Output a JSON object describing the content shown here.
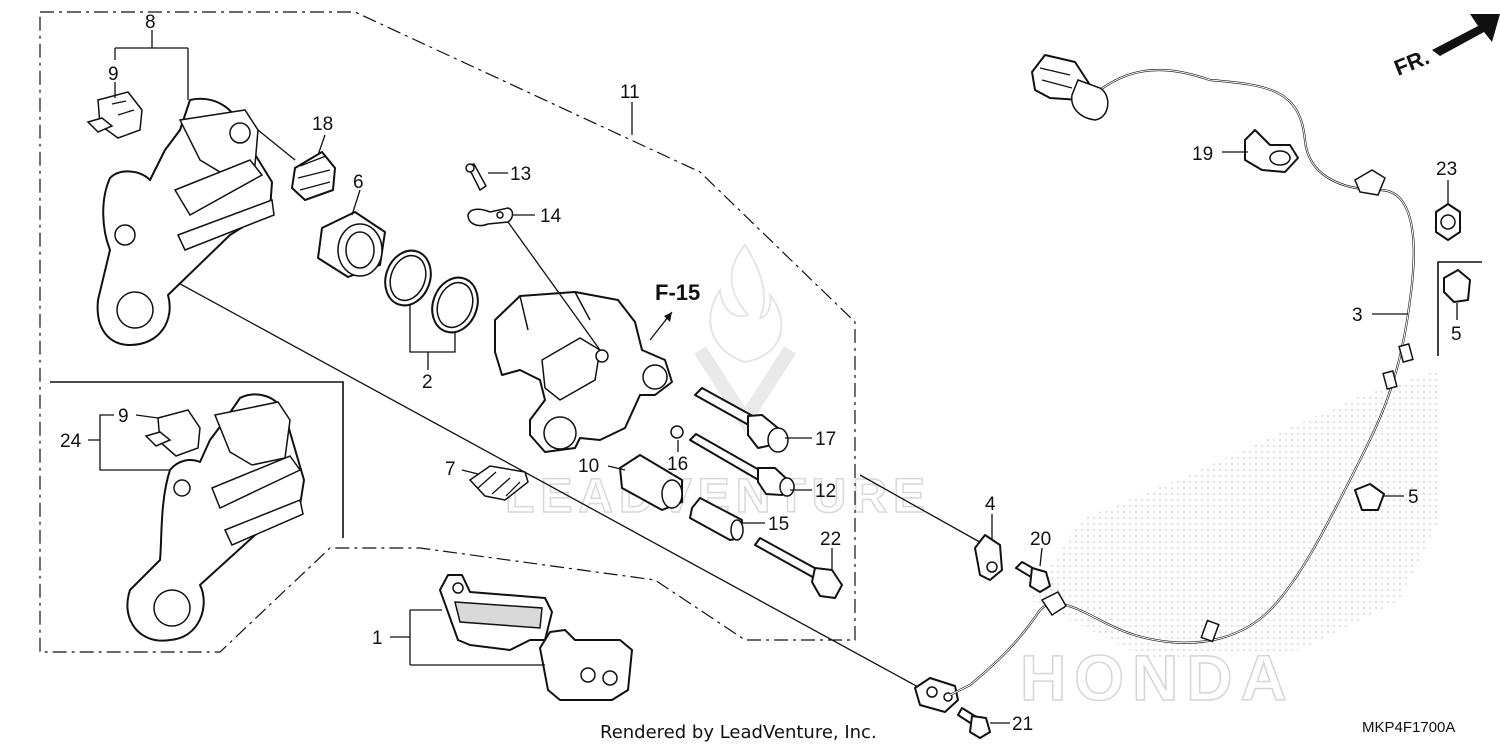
{
  "diagram": {
    "footer_text": "Rendered by LeadVenture, Inc.",
    "diagram_code": "MKP4F1700A",
    "direction_label": "FR.",
    "reference_label": "F-15",
    "watermarks": [
      "LEADVENTURE",
      "HONDA"
    ],
    "callouts": {
      "c1": "1",
      "c2": "2",
      "c3": "3",
      "c4": "4",
      "c5a": "5",
      "c5b": "5",
      "c6": "6",
      "c7": "7",
      "c8": "8",
      "c9a": "9",
      "c9b": "9",
      "c10": "10",
      "c11": "11",
      "c12": "12",
      "c13": "13",
      "c14": "14",
      "c15": "15",
      "c16": "16",
      "c17": "17",
      "c18": "18",
      "c19": "19",
      "c20": "20",
      "c21": "21",
      "c22": "22",
      "c23": "23",
      "c24": "24"
    }
  },
  "colors": {
    "line": "#111111",
    "background": "#ffffff",
    "watermark": "#d8d8d8"
  }
}
